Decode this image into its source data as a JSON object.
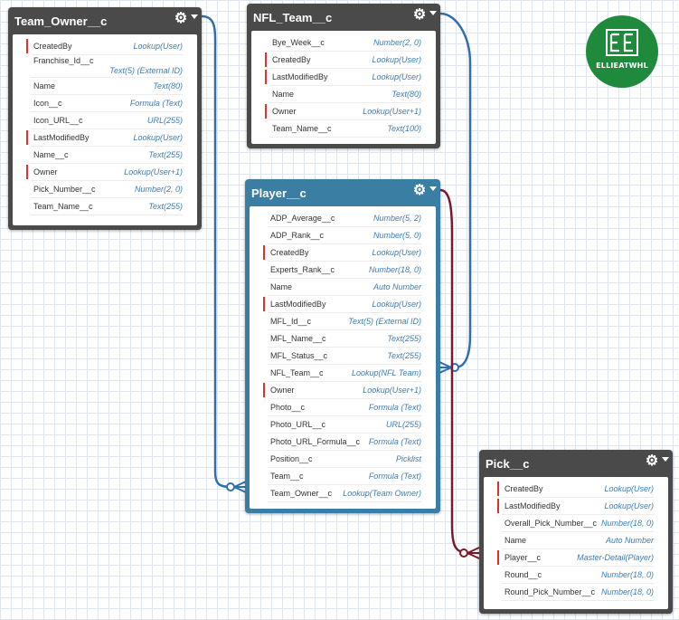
{
  "objects": {
    "team_owner": {
      "title": "Team_Owner__c",
      "fields": [
        {
          "name": "CreatedBy",
          "type": "Lookup(User)",
          "required": true
        },
        {
          "name": "Franchise_Id__c",
          "type": "Text(5) (External ID)",
          "required": false,
          "tall": true
        },
        {
          "name": "Name",
          "type": "Text(80)",
          "required": false
        },
        {
          "name": "Icon__c",
          "type": "Formula (Text)",
          "required": false
        },
        {
          "name": "Icon_URL__c",
          "type": "URL(255)",
          "required": false
        },
        {
          "name": "LastModifiedBy",
          "type": "Lookup(User)",
          "required": true
        },
        {
          "name": "Name__c",
          "type": "Text(255)",
          "required": false
        },
        {
          "name": "Owner",
          "type": "Lookup(User+1)",
          "required": true
        },
        {
          "name": "Pick_Number__c",
          "type": "Number(2, 0)",
          "required": false
        },
        {
          "name": "Team_Name__c",
          "type": "Text(255)",
          "required": false
        }
      ]
    },
    "nfl_team": {
      "title": "NFL_Team__c",
      "fields": [
        {
          "name": "Bye_Week__c",
          "type": "Number(2, 0)",
          "required": false
        },
        {
          "name": "CreatedBy",
          "type": "Lookup(User)",
          "required": true
        },
        {
          "name": "LastModifiedBy",
          "type": "Lookup(User)",
          "required": true
        },
        {
          "name": "Name",
          "type": "Text(80)",
          "required": false
        },
        {
          "name": "Owner",
          "type": "Lookup(User+1)",
          "required": true
        },
        {
          "name": "Team_Name__c",
          "type": "Text(100)",
          "required": false
        }
      ]
    },
    "player": {
      "title": "Player__c",
      "fields": [
        {
          "name": "ADP_Average__c",
          "type": "Number(5, 2)",
          "required": false
        },
        {
          "name": "ADP_Rank__c",
          "type": "Number(5, 0)",
          "required": false
        },
        {
          "name": "CreatedBy",
          "type": "Lookup(User)",
          "required": true
        },
        {
          "name": "Experts_Rank__c",
          "type": "Number(18, 0)",
          "required": false
        },
        {
          "name": "Name",
          "type": "Auto Number",
          "required": false
        },
        {
          "name": "LastModifiedBy",
          "type": "Lookup(User)",
          "required": true
        },
        {
          "name": "MFL_Id__c",
          "type": "Text(5) (External ID)",
          "required": false
        },
        {
          "name": "MFL_Name__c",
          "type": "Text(255)",
          "required": false
        },
        {
          "name": "MFL_Status__c",
          "type": "Text(255)",
          "required": false
        },
        {
          "name": "NFL_Team__c",
          "type": "Lookup(NFL Team)",
          "required": false
        },
        {
          "name": "Owner",
          "type": "Lookup(User+1)",
          "required": true
        },
        {
          "name": "Photo__c",
          "type": "Formula (Text)",
          "required": false
        },
        {
          "name": "Photo_URL__c",
          "type": "URL(255)",
          "required": false
        },
        {
          "name": "Photo_URL_Formula__c",
          "type": "Formula (Text)",
          "required": false
        },
        {
          "name": "Position__c",
          "type": "Picklist",
          "required": false
        },
        {
          "name": "Team__c",
          "type": "Formula (Text)",
          "required": false
        },
        {
          "name": "Team_Owner__c",
          "type": "Lookup(Team Owner)",
          "required": false
        }
      ]
    },
    "pick": {
      "title": "Pick__c",
      "fields": [
        {
          "name": "CreatedBy",
          "type": "Lookup(User)",
          "required": true
        },
        {
          "name": "LastModifiedBy",
          "type": "Lookup(User)",
          "required": true
        },
        {
          "name": "Overall_Pick_Number__c",
          "type": "Number(18, 0)",
          "required": false
        },
        {
          "name": "Name",
          "type": "Auto Number",
          "required": false
        },
        {
          "name": "Player__c",
          "type": "Master-Detail(Player)",
          "required": true
        },
        {
          "name": "Round__c",
          "type": "Number(18, 0)",
          "required": false
        },
        {
          "name": "Round_Pick_Number__c",
          "type": "Number(18, 0)",
          "required": false
        }
      ]
    }
  },
  "logo": {
    "text": "ELLIEATWHL",
    "color": "#1f8a3c"
  },
  "colors": {
    "lookup_line": "#2f6fb0",
    "master_detail_line": "#7a1a2a",
    "required_marker": "#e0302b",
    "teal_header": "#3a7fa3",
    "dark_header": "#4a4a4a"
  },
  "icons": {
    "object_menu": "gear-icon"
  }
}
